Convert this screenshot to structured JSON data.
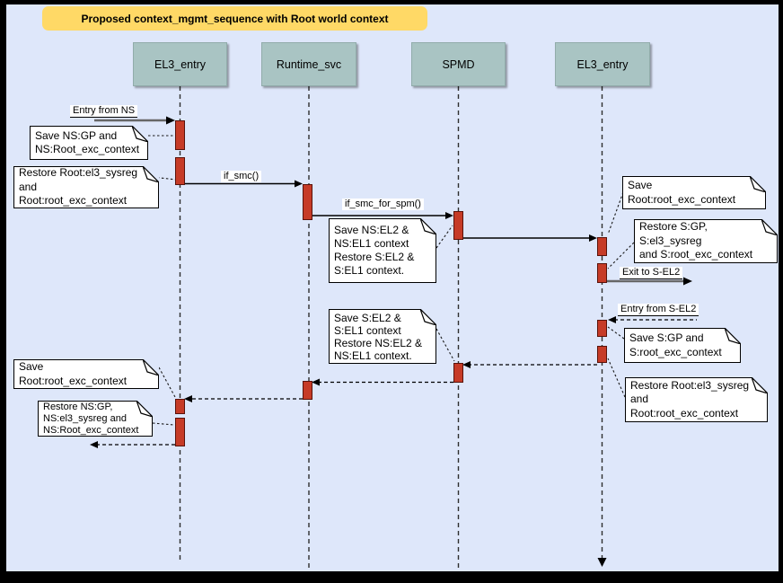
{
  "diagram_title": "Proposed context_mgmt_sequence with Root world context",
  "lifelines": [
    {
      "label": "EL3_entry"
    },
    {
      "label": "Runtime_svc"
    },
    {
      "label": "SPMD"
    },
    {
      "label": "EL3_entry"
    }
  ],
  "messages": {
    "entry_from_ns": "Entry from NS",
    "if_smc": "if_smc()",
    "if_smc_for_spm": "if_smc_for_spm()",
    "exit_to_sel2": "Exit to S-EL2",
    "entry_from_sel2": "Entry from S-EL2"
  },
  "notes": [
    {
      "text": "Save NS:GP and\nNS:Root_exc_context"
    },
    {
      "text": "Restore Root:el3_sysreg\nand\nRoot:root_exc_context"
    },
    {
      "text": "Save NS:EL2 &\nNS:EL1 context\nRestore S:EL2 &\nS:EL1 context."
    },
    {
      "text": "Save Root:root_exc_context"
    },
    {
      "text": "Restore S:GP, S:el3_sysreg\nand S:root_exc_context"
    },
    {
      "text": "Save S:GP and\nS:root_exc_context"
    },
    {
      "text": "Restore Root:el3_sysreg\nand\nRoot:root_exc_context"
    },
    {
      "text": "Save S:EL2 &\nS:EL1 context\nRestore NS:EL2 &\nNS:EL1 context."
    },
    {
      "text": "Save Root:root_exc_context"
    },
    {
      "text": "Restore NS:GP,\nNS:el3_sysreg and\nNS:Root_exc_context"
    }
  ],
  "colors": {
    "page_background": "#dee7fa",
    "frame": "#000000",
    "title_fill": "#ffd966",
    "lifeline_header_fill": "#a9c4c3",
    "activation_fill": "#c63b27",
    "activation_border": "#5a120a",
    "note_fill": "#ffffff",
    "found_message_arrow": "#676767"
  }
}
